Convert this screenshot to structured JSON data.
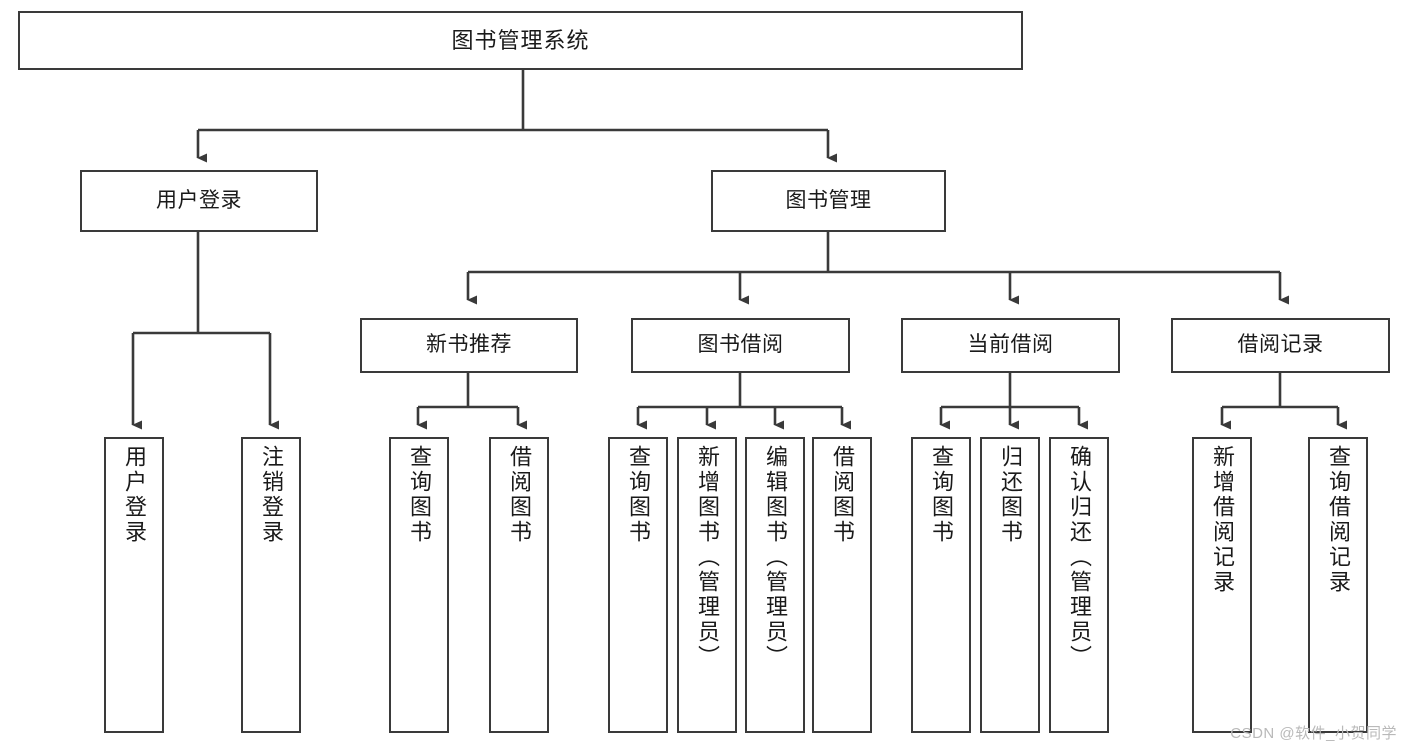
{
  "diagram": {
    "title": "图书管理系统",
    "type": "hierarchy-tree",
    "watermark": "CSDN @软件_小贺同学",
    "colors": {
      "background": "#ffffff",
      "border": "#3a3a3a",
      "text": "#1a1a1a",
      "watermark": "#b9b9b9"
    },
    "root": {
      "label": "图书管理系统"
    },
    "level1": [
      {
        "label": "用户登录"
      },
      {
        "label": "图书管理"
      }
    ],
    "level2": [
      {
        "label": "新书推荐"
      },
      {
        "label": "图书借阅"
      },
      {
        "label": "当前借阅"
      },
      {
        "label": "借阅记录"
      }
    ],
    "leaves": {
      "user_login": [
        {
          "label": "用户登录"
        },
        {
          "label": "注销登录"
        }
      ],
      "new_book": [
        {
          "label": "查询图书"
        },
        {
          "label": "借阅图书"
        }
      ],
      "book_borrow": [
        {
          "label": "查询图书"
        },
        {
          "label": "新增图书（管理员）"
        },
        {
          "label": "编辑图书（管理员）"
        },
        {
          "label": "借阅图书"
        }
      ],
      "current_borrow": [
        {
          "label": "查询图书"
        },
        {
          "label": "归还图书"
        },
        {
          "label": "确认归还（管理员）"
        }
      ],
      "borrow_record": [
        {
          "label": "新增借阅记录"
        },
        {
          "label": "查询借阅记录"
        }
      ]
    }
  }
}
